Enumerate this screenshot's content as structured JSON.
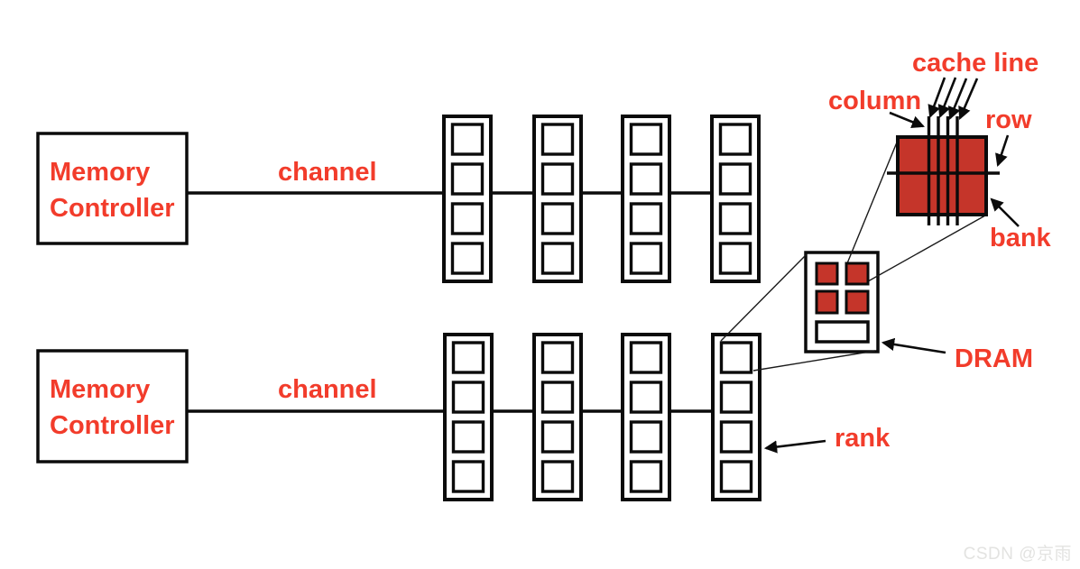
{
  "diagram": {
    "type": "memory-hierarchy-diagram",
    "memory_controller": {
      "line1": "Memory",
      "line2": "Controller"
    },
    "labels": {
      "channel_top": "channel",
      "channel_bottom": "channel",
      "cache_line": "cache line",
      "column": "column",
      "row": "row",
      "bank": "bank",
      "dram": "DRAM",
      "rank": "rank"
    },
    "structure": {
      "memory_controllers": 2,
      "channels": 2,
      "ranks_per_channel": 4,
      "chips_per_rank": 4,
      "banks_per_dram_chip_shown": 4,
      "cache_line_arrows": 4
    },
    "colors": {
      "label_red": "#f23c2b",
      "block_red": "#c5352a",
      "line_black": "#0b0b0b",
      "watermark_gray": "#e3e3e1",
      "background": "#ffffff"
    }
  },
  "watermark": "CSDN @京雨"
}
